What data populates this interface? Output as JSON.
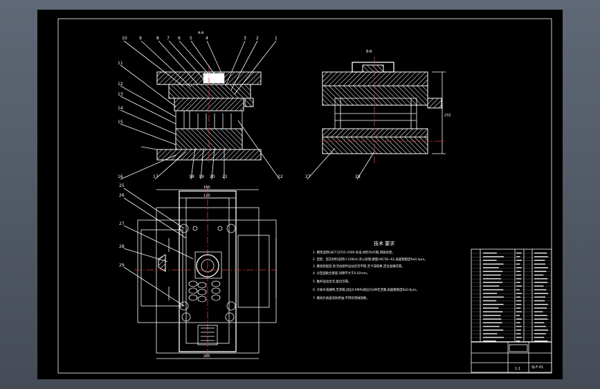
{
  "callouts_top": [
    "10",
    "9",
    "8",
    "7",
    "6",
    "5",
    "4",
    "3",
    "2",
    "1"
  ],
  "callouts_left": [
    "11",
    "12",
    "13",
    "14",
    "15",
    "16"
  ],
  "callouts_bottom": [
    "17",
    "18",
    "19",
    "20",
    "21",
    "22"
  ],
  "callouts_side": [
    "27",
    "28"
  ],
  "callouts_plan": [
    "25",
    "26",
    "27",
    "28",
    "29"
  ],
  "section_label_main": "A-A",
  "section_label_side": "B-B",
  "notes_title": "技术 要求",
  "notes": [
    "1. 模架选用GB/T12555-2006 标准,材料为45钢,调质处理。",
    "2. 型腔、型芯材料选用Cr12MoV,淬火处理,硬度HRC58~62,表面粗糙度Ra0.4μm。",
    "3. 模具装配后,各活动部件运动灵活平稳,无卡滞现象,定位准确可靠。",
    "4. 分型面贴合紧密,间隙不大于0.02mm。",
    "5. 推杆运动灵活,复位可靠。",
    "6. 冷却水道通畅,无渗漏,试压0.6MPa保压5分钟无泄漏,表面粗糙度Ra0.8μm。",
    "7. 模具外表面涂防锈油,不得有锈蚀现象。"
  ],
  "dims": {
    "plan_width": "265",
    "plan_top": "160",
    "plan_inner": "120",
    "side_height": "232"
  },
  "title_block": {
    "drawing_no": "SJ-F-01",
    "scale": "1:1"
  }
}
